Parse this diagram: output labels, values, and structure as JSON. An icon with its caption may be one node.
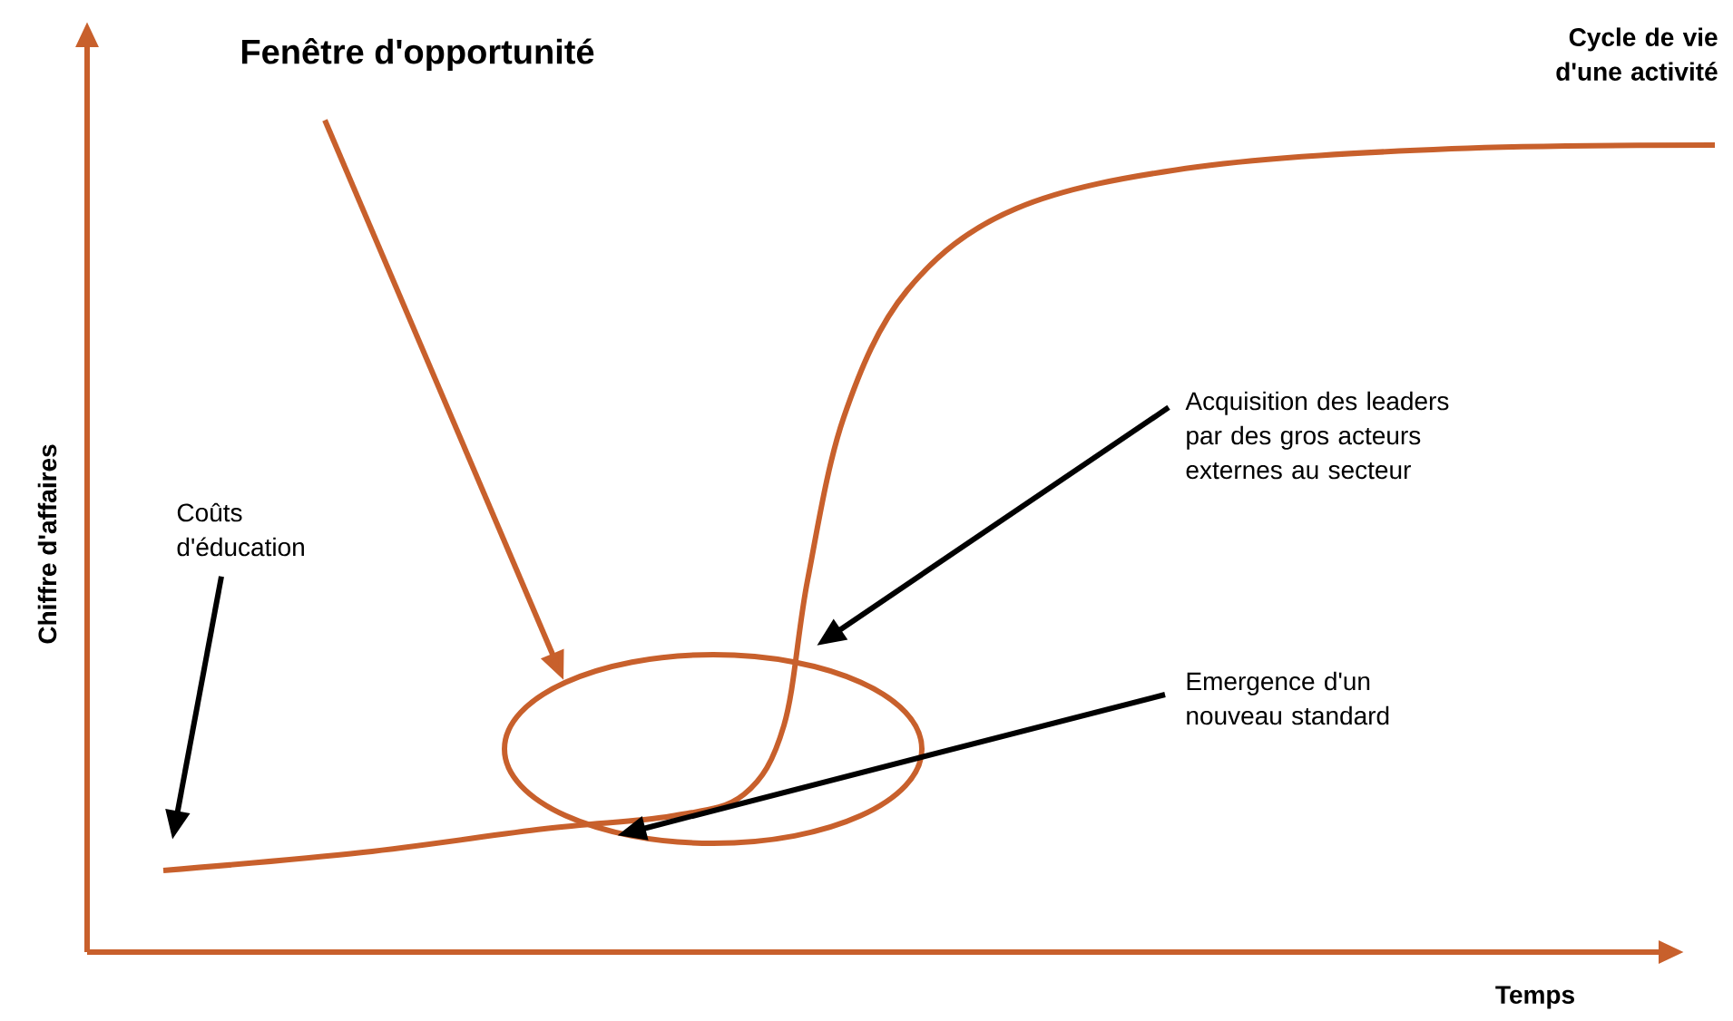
{
  "diagram": {
    "nodes": [
      {
        "text": [
          "Fenêtre d'opportunité"
        ]
      },
      {
        "text": [],
        "shape": "ellipse"
      },
      {
        "text": [
          "Coûts d'éducation"
        ]
      },
      {
        "text": [
          "Acquisition des leaders par des gros acteurs externes au secteur"
        ]
      },
      {
        "text": [
          "Emergence d'un nouveau standard"
        ]
      }
    ],
    "edges": [
      {
        "from": 0,
        "to": 1,
        "arrow": "to",
        "color": "#c8602c"
      },
      {
        "from": 2,
        "to": null,
        "arrow": "to"
      },
      {
        "from": 3,
        "to": null,
        "arrow": "to"
      },
      {
        "from": 4,
        "to": 1,
        "arrow": "to"
      }
    ],
    "labels": [
      "Cycle de vie d'une activité",
      "Chiffre d'affaires",
      "Temps"
    ]
  }
}
